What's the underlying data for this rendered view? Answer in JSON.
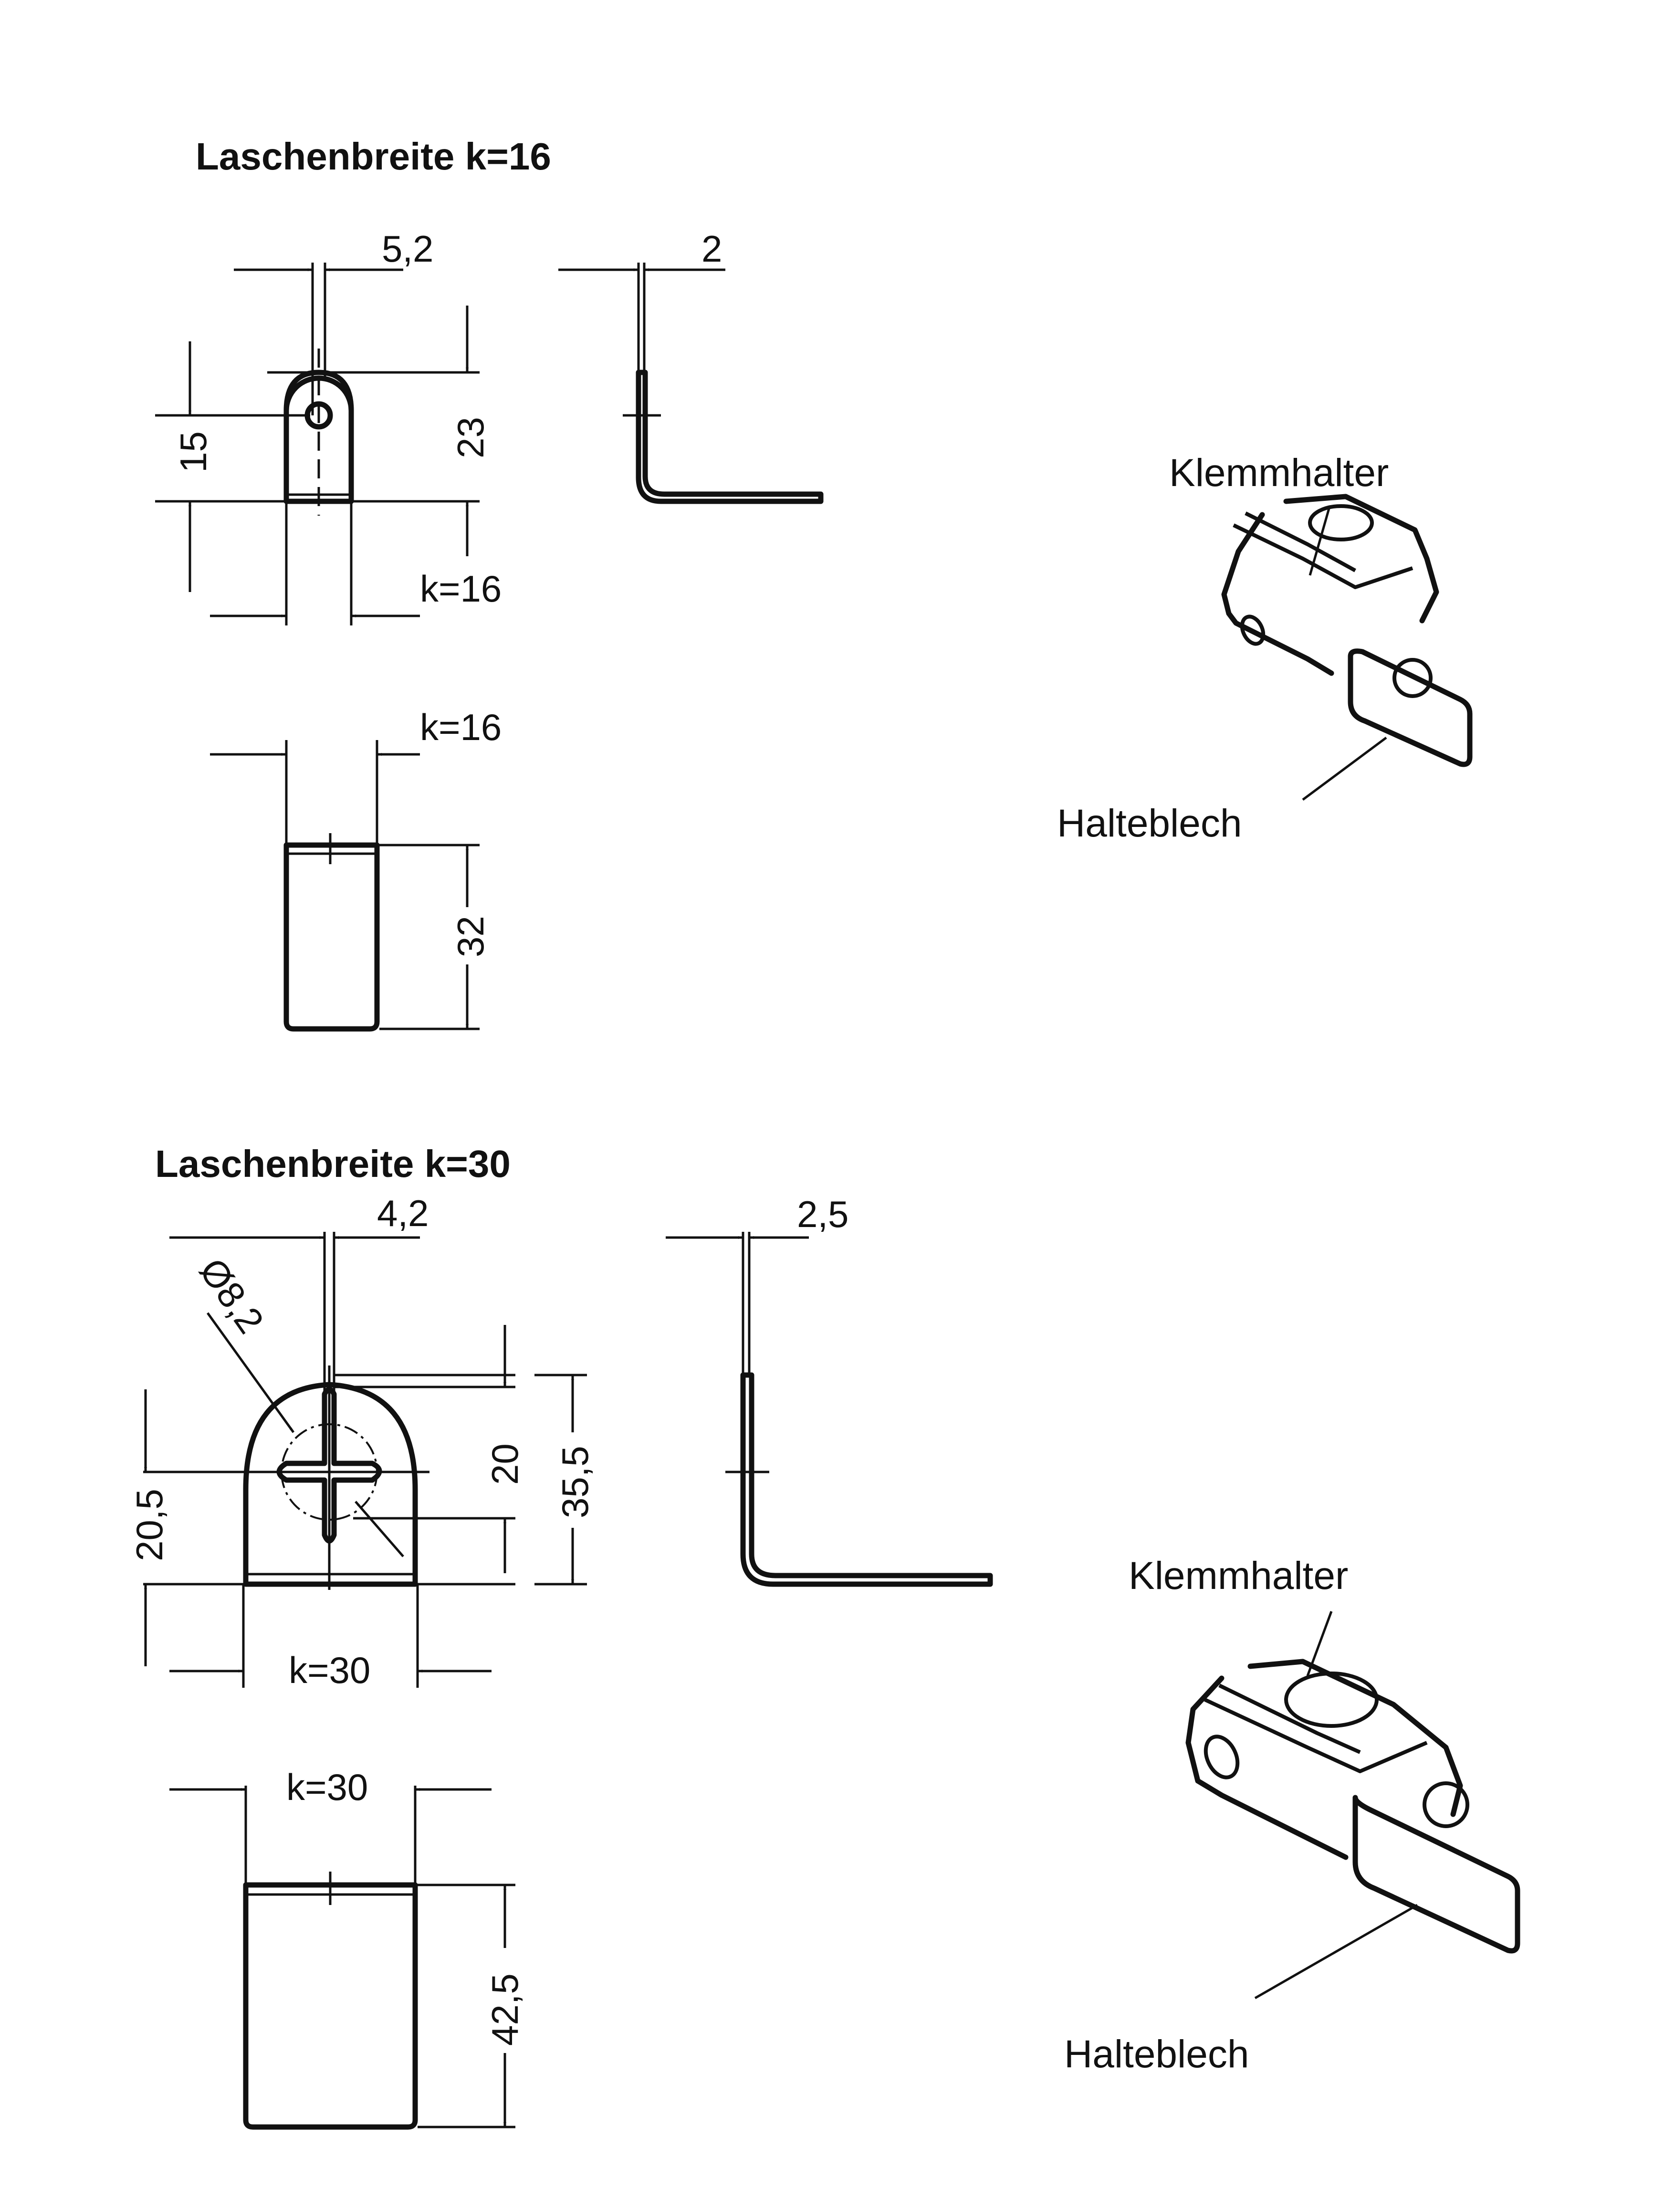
{
  "sections": [
    {
      "title": "Laschenbreite k=16",
      "dims": {
        "hole_width": "5,2",
        "thickness": "2",
        "height_to_hole": "15",
        "total_height": "23",
        "width_top": "k=16",
        "width_bottom": "k=16",
        "flange_length": "32"
      },
      "labels": {
        "clamp": "Klemmhalter",
        "plate": "Halteblech"
      }
    },
    {
      "title": "Laschenbreite k=30",
      "dims": {
        "slot_width": "4,2",
        "thickness": "2,5",
        "diameter": "Ø8,2",
        "height_to_hole": "20,5",
        "slot_length": "20",
        "total_height": "35,5",
        "width_top": "k=30",
        "width_bottom": "k=30",
        "flange_length": "42,5"
      },
      "labels": {
        "clamp": "Klemmhalter",
        "plate": "Halteblech"
      }
    }
  ]
}
